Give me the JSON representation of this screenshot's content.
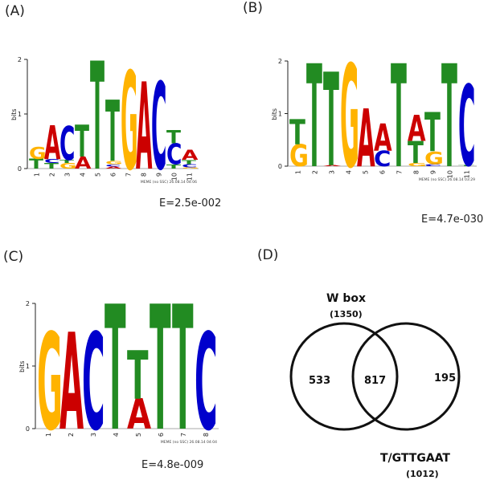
{
  "colors": {
    "A": "#cc0000",
    "C": "#0000cc",
    "G": "#ffb300",
    "T": "#228b22"
  },
  "panels": [
    {
      "label": "(A)",
      "evalue": "E=2.5e-002",
      "ylabel": "bits",
      "yticks": [
        "0",
        "1",
        "2"
      ],
      "meme_note": "MEME (no SSC) 26.08.14 04:06",
      "positions": [
        {
          "n": "1",
          "stack": [
            [
              "T",
              0.18
            ],
            [
              "G",
              0.22
            ]
          ]
        },
        {
          "n": "2",
          "stack": [
            [
              "T",
              0.1
            ],
            [
              "C",
              0.08
            ],
            [
              "A",
              0.62
            ]
          ]
        },
        {
          "n": "3",
          "stack": [
            [
              "G",
              0.1
            ],
            [
              "T",
              0.06
            ],
            [
              "C",
              0.62
            ]
          ]
        },
        {
          "n": "4",
          "stack": [
            [
              "A",
              0.22
            ],
            [
              "T",
              0.58
            ]
          ]
        },
        {
          "n": "5",
          "stack": [
            [
              "T",
              1.98
            ]
          ]
        },
        {
          "n": "6",
          "stack": [
            [
              "A",
              0.04
            ],
            [
              "C",
              0.04
            ],
            [
              "G",
              0.06
            ],
            [
              "T",
              1.12
            ]
          ]
        },
        {
          "n": "7",
          "stack": [
            [
              "G",
              1.8
            ]
          ]
        },
        {
          "n": "8",
          "stack": [
            [
              "A",
              1.6
            ]
          ]
        },
        {
          "n": "9",
          "stack": [
            [
              "C",
              1.6
            ]
          ]
        },
        {
          "n": "10",
          "stack": [
            [
              "T",
              0.08
            ],
            [
              "C",
              0.38
            ],
            [
              "T",
              0.24
            ]
          ]
        },
        {
          "n": "11",
          "stack": [
            [
              "G",
              0.02
            ],
            [
              "C",
              0.06
            ],
            [
              "T",
              0.08
            ],
            [
              "A",
              0.18
            ]
          ]
        }
      ]
    },
    {
      "label": "(B)",
      "evalue": "E=4.7e-030",
      "ylabel": "bits",
      "yticks": [
        "0",
        "1",
        "2"
      ],
      "meme_note": "MEME (no SSC) 26.08.14 03:29",
      "positions": [
        {
          "n": "1",
          "stack": [
            [
              "G",
              0.42
            ],
            [
              "T",
              0.48
            ]
          ]
        },
        {
          "n": "2",
          "stack": [
            [
              "T",
              1.96
            ]
          ]
        },
        {
          "n": "3",
          "stack": [
            [
              "A",
              0.02
            ],
            [
              "T",
              1.78
            ]
          ]
        },
        {
          "n": "4",
          "stack": [
            [
              "G",
              1.96
            ]
          ]
        },
        {
          "n": "5",
          "stack": [
            [
              "A",
              1.1
            ]
          ]
        },
        {
          "n": "6",
          "stack": [
            [
              "C",
              0.3
            ],
            [
              "A",
              0.52
            ]
          ]
        },
        {
          "n": "7",
          "stack": [
            [
              "T",
              1.96
            ]
          ]
        },
        {
          "n": "8",
          "stack": [
            [
              "G",
              0.06
            ],
            [
              "T",
              0.42
            ],
            [
              "A",
              0.5
            ]
          ]
        },
        {
          "n": "9",
          "stack": [
            [
              "C",
              0.04
            ],
            [
              "G",
              0.24
            ],
            [
              "T",
              0.74
            ]
          ]
        },
        {
          "n": "10",
          "stack": [
            [
              "T",
              1.96
            ]
          ]
        },
        {
          "n": "11",
          "stack": [
            [
              "T",
              0.02
            ],
            [
              "C",
              1.54
            ]
          ]
        }
      ]
    },
    {
      "label": "(C)",
      "evalue": "E=4.8e-009",
      "ylabel": "bits",
      "yticks": [
        "0",
        "1",
        "2"
      ],
      "meme_note": "MEME (no SSC) 26.08.14 04:04",
      "positions": [
        {
          "n": "1",
          "stack": [
            [
              "G",
              1.55
            ]
          ]
        },
        {
          "n": "2",
          "stack": [
            [
              "A",
              1.55
            ]
          ]
        },
        {
          "n": "3",
          "stack": [
            [
              "C",
              1.55
            ]
          ]
        },
        {
          "n": "4",
          "stack": [
            [
              "T",
              2.0
            ]
          ]
        },
        {
          "n": "5",
          "stack": [
            [
              "A",
              0.48
            ],
            [
              "T",
              0.78
            ]
          ]
        },
        {
          "n": "6",
          "stack": [
            [
              "T",
              2.0
            ]
          ]
        },
        {
          "n": "7",
          "stack": [
            [
              "T",
              2.0
            ]
          ]
        },
        {
          "n": "8",
          "stack": [
            [
              "C",
              1.55
            ]
          ]
        }
      ]
    }
  ],
  "venn": {
    "label": "(D)",
    "set_a_title": "W box",
    "set_a_count": "(1350)",
    "set_b_title": "T/GTTGAAT",
    "set_b_count": "(1012)",
    "only_a": "533",
    "both": "817",
    "only_b": "195"
  }
}
